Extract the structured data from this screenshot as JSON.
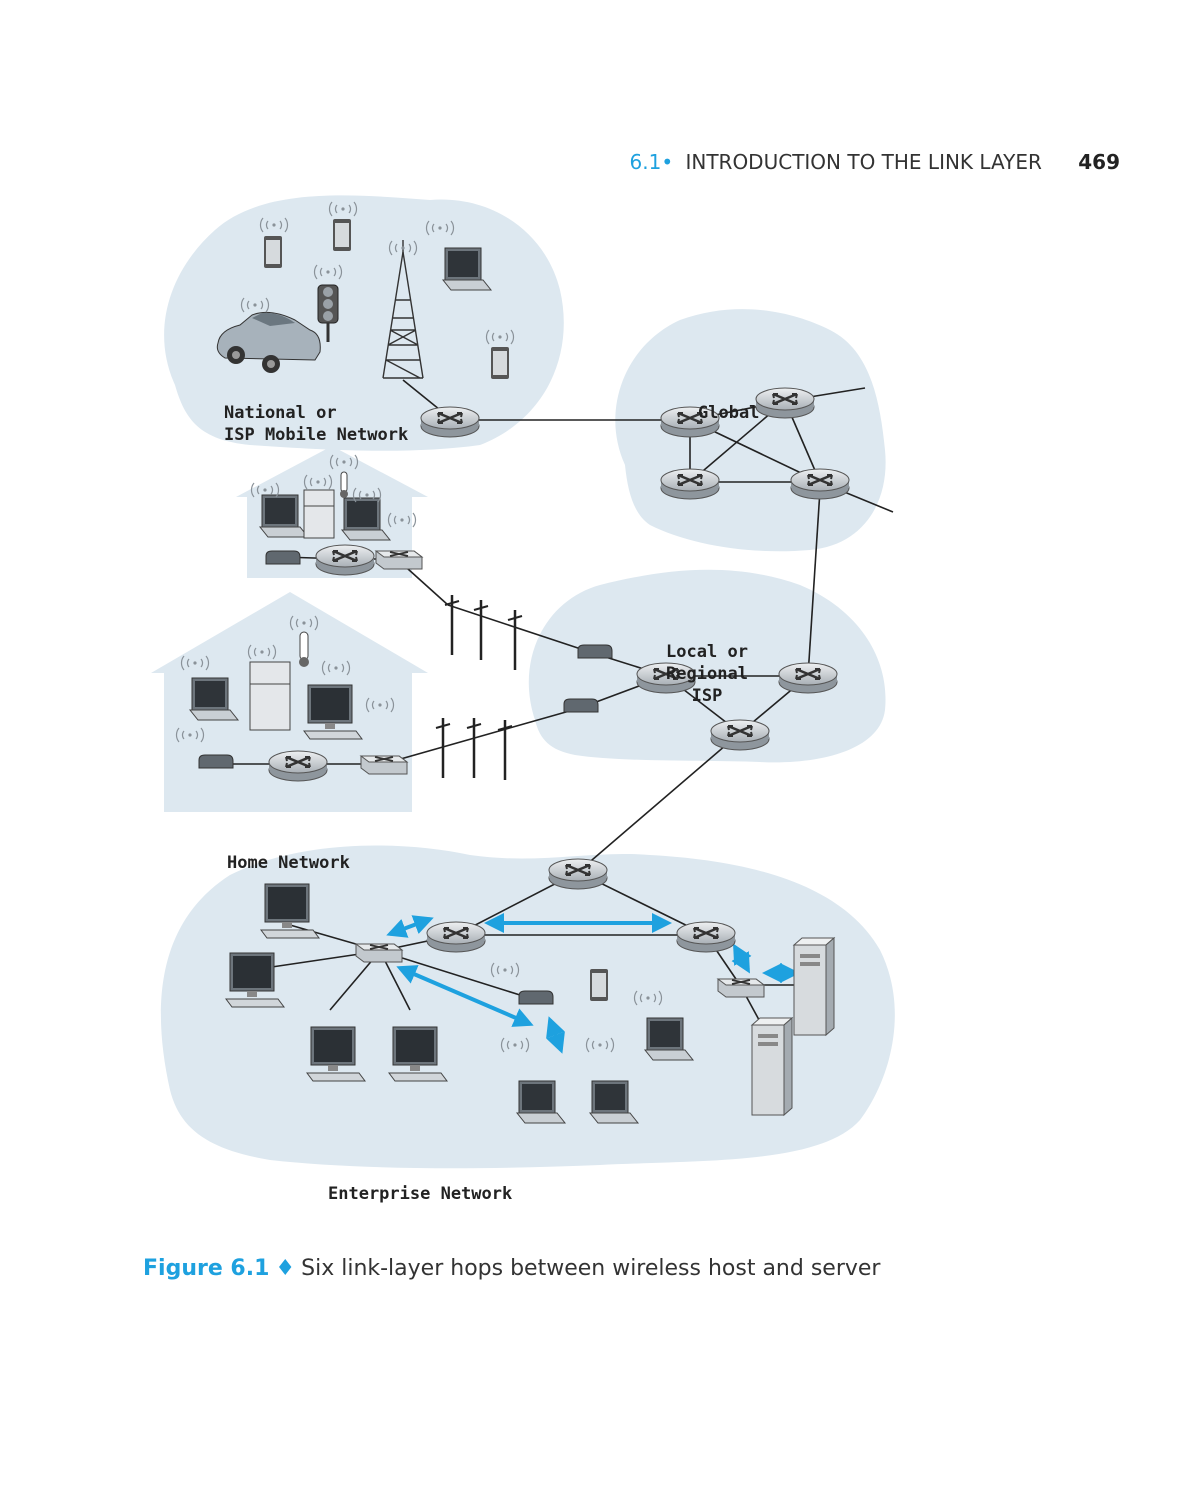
{
  "header": {
    "section": "6.1",
    "bullet": "•",
    "title": "INTRODUCTION TO THE LINK LAYER",
    "page_number": "469"
  },
  "regions": {
    "mobile": "National or ISP Mobile Network",
    "mobile_line1": "National or",
    "mobile_line2": "ISP Mobile Network",
    "global": "Global",
    "local_line1": "Local or",
    "local_line2": "Regional",
    "local_line3": "ISP",
    "home": "Home Network",
    "enterprise": "Enterprise Network"
  },
  "caption": {
    "label": "Figure 6.1",
    "symbol": "♦",
    "text": "Six link-layer hops between wireless host and server"
  },
  "colors": {
    "cloud": "#dde8f0",
    "link_arrow": "#1ea1df",
    "router": "#c8cdd2",
    "accent": "#1ea1df"
  },
  "icons": [
    "router-icon",
    "switch-icon",
    "laptop-icon",
    "desktop-icon",
    "phone-icon",
    "server-icon",
    "cell-tower-icon",
    "car-icon",
    "traffic-light-icon",
    "modem-icon",
    "refrigerator-icon",
    "thermometer-icon",
    "utility-pole-icon"
  ]
}
